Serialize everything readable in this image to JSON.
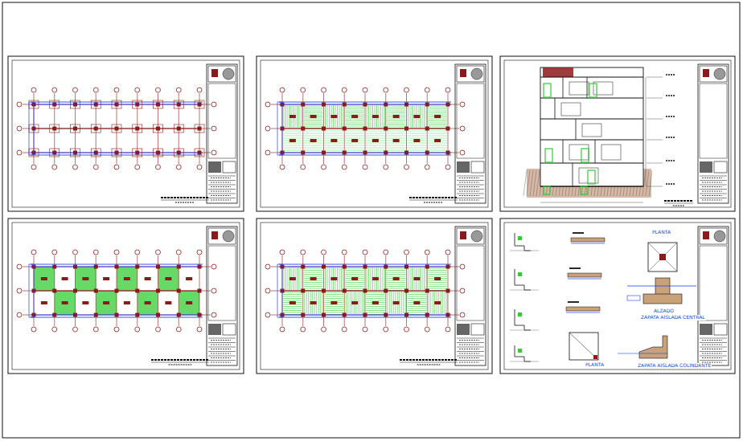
{
  "diagram": {
    "labels": [
      "PLANTA",
      "ALZADO",
      "ZAPATA AISLADA CENTRAL",
      "PLANTA",
      "ZAPATA AISLADA COLINDANTE"
    ]
  }
}
